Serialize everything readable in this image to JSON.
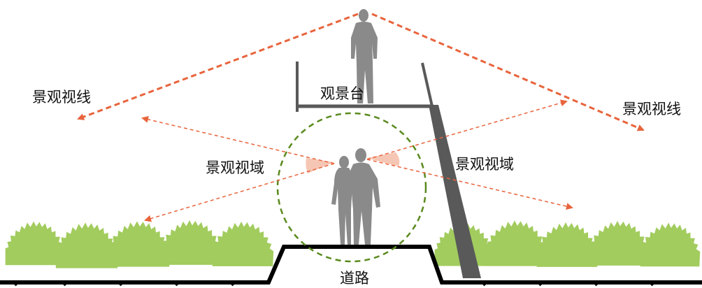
{
  "labels": {
    "view_line_left": "景观视线",
    "view_line_right": "景观视线",
    "platform": "观景台",
    "view_field_left": "景观视域",
    "view_field_right": "景观视域",
    "road": "道路"
  },
  "colors": {
    "sightline": "#e8643c",
    "view_cone": "#f6c6b4",
    "circle": "#5a8a1e",
    "shrub": "#a2cc5e",
    "shrub_dark": "#7fae3c",
    "silhouette": "#8a8a8a",
    "structure": "#595959",
    "ground": "#000000",
    "text": "#111111"
  },
  "icons": [
    "person-silhouette",
    "couple-silhouette",
    "shrub"
  ]
}
